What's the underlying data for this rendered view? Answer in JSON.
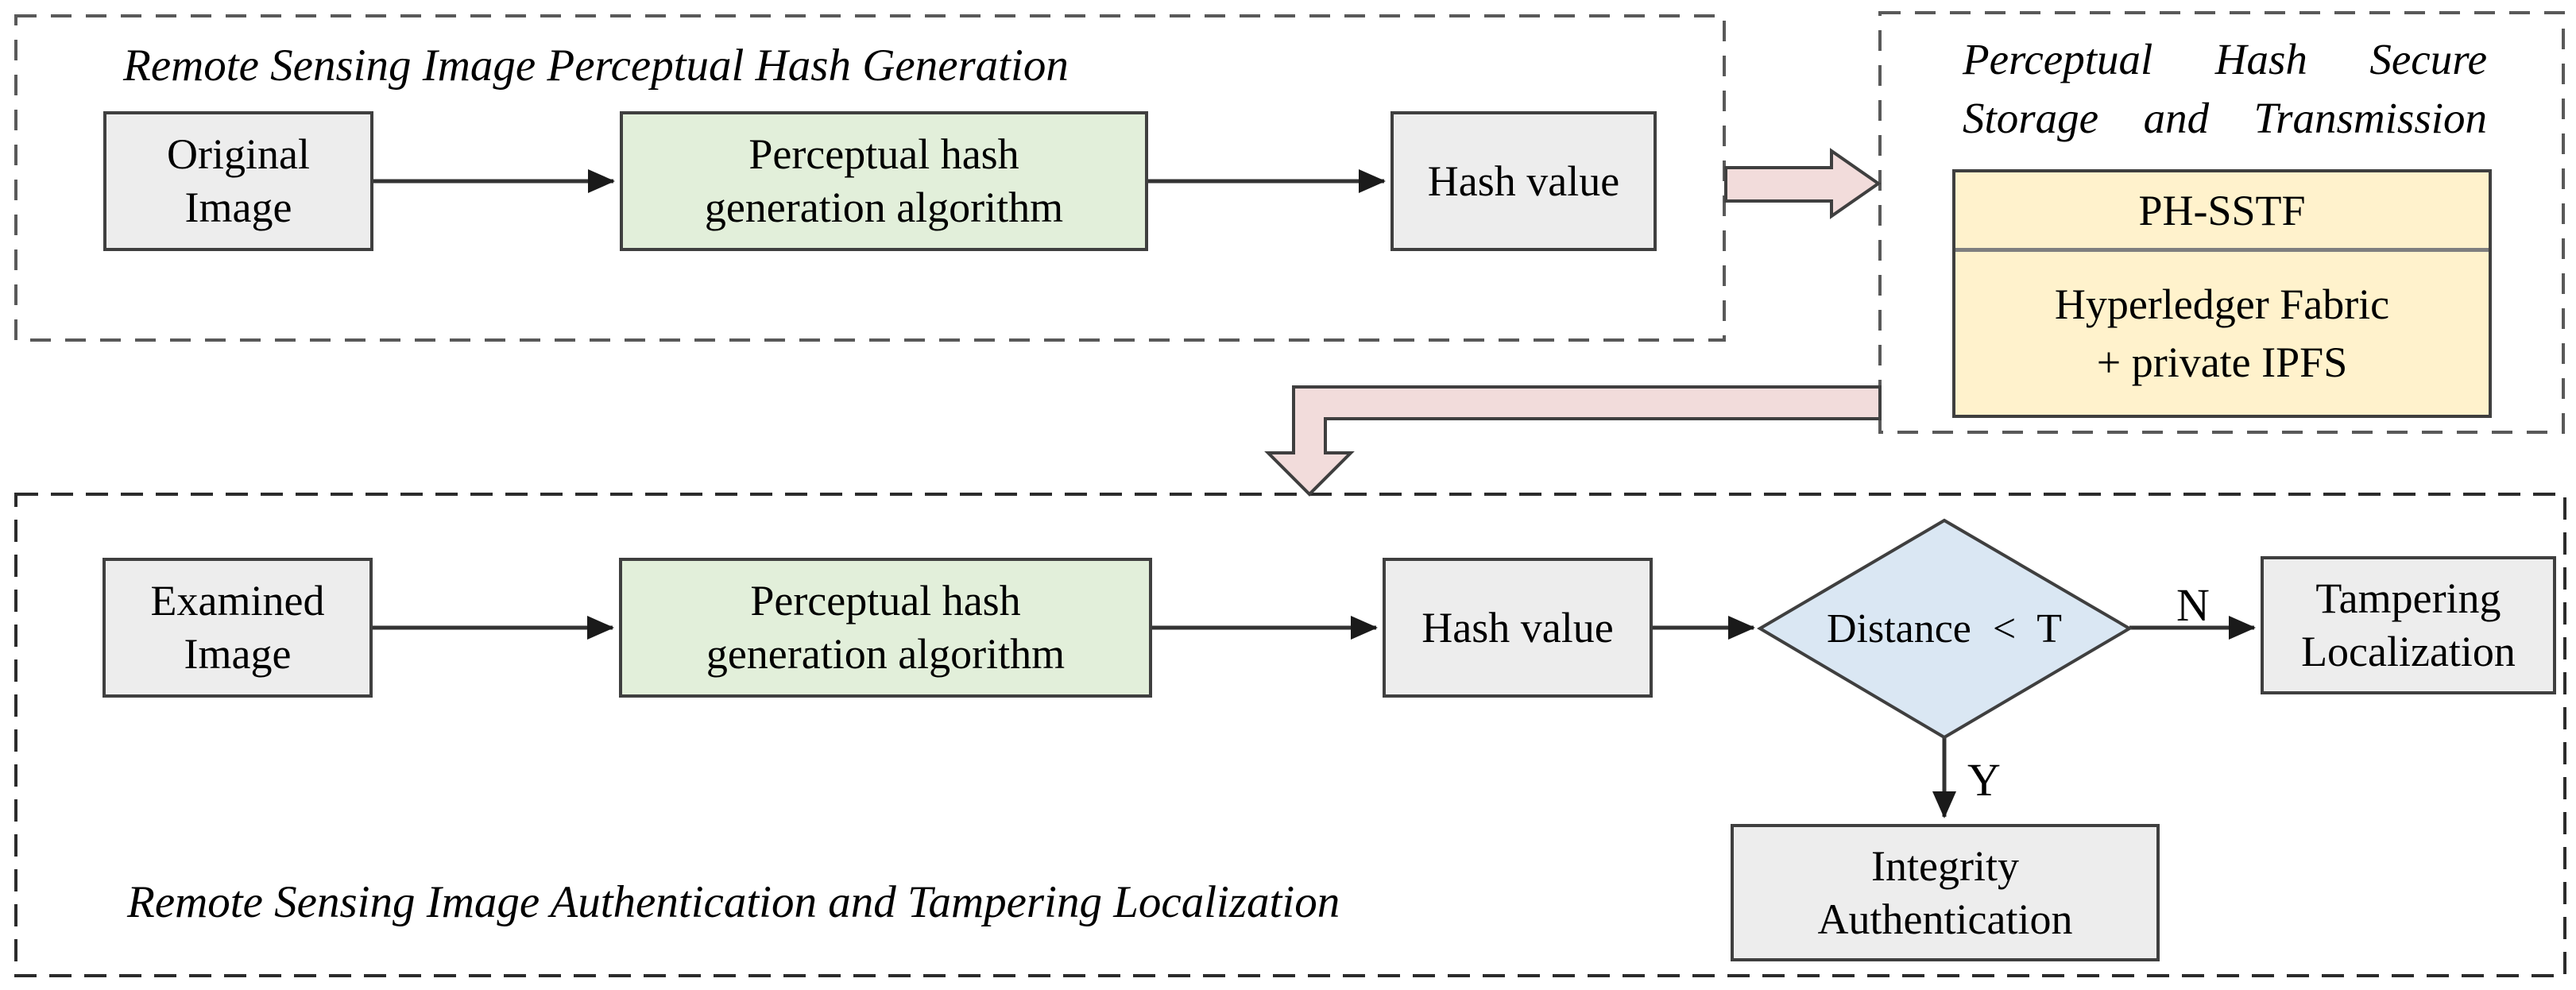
{
  "figure": {
    "regions": {
      "generation": {
        "title": "Remote Sensing Image Perceptual Hash Generation"
      },
      "storage": {
        "title_line1": "Perceptual Hash Secure",
        "title_line2": "Storage and Transmission"
      },
      "authentication": {
        "title": "Remote Sensing Image Authentication and Tampering Localization"
      }
    },
    "nodes": {
      "original_image": {
        "line1": "Original",
        "line2": "Image"
      },
      "gen_algorithm_top": {
        "line1": "Perceptual hash",
        "line2": "generation algorithm"
      },
      "hash_value_top": {
        "label": "Hash value"
      },
      "ph_sstf": {
        "title": "PH-SSTF",
        "line1": "Hyperledger Fabric",
        "line2": "+ private IPFS"
      },
      "examined_image": {
        "line1": "Examined",
        "line2": "Image"
      },
      "gen_algorithm_bottom": {
        "line1": "Perceptual hash",
        "line2": "generation algorithm"
      },
      "hash_value_bottom": {
        "label": "Hash value"
      },
      "decision": {
        "label": "Distance < T"
      },
      "tampering": {
        "line1": "Tampering",
        "line2": "Localization"
      },
      "integrity": {
        "line1": "Integrity",
        "line2": "Authentication"
      }
    },
    "edge_labels": {
      "no": "N",
      "yes": "Y"
    },
    "colors": {
      "node-gray": "#ededed",
      "node-green": "#e2efda",
      "node-yellow": "#fff2cc",
      "node-blue": "#dae7f3",
      "arrow-pink": "#f2dcdb",
      "border-dark": "#3f3f3f",
      "divider-gray": "#7f7f7f",
      "dash-gray": "#595959",
      "dash-dark": "#2b2b2b",
      "connector": "#333333"
    }
  }
}
